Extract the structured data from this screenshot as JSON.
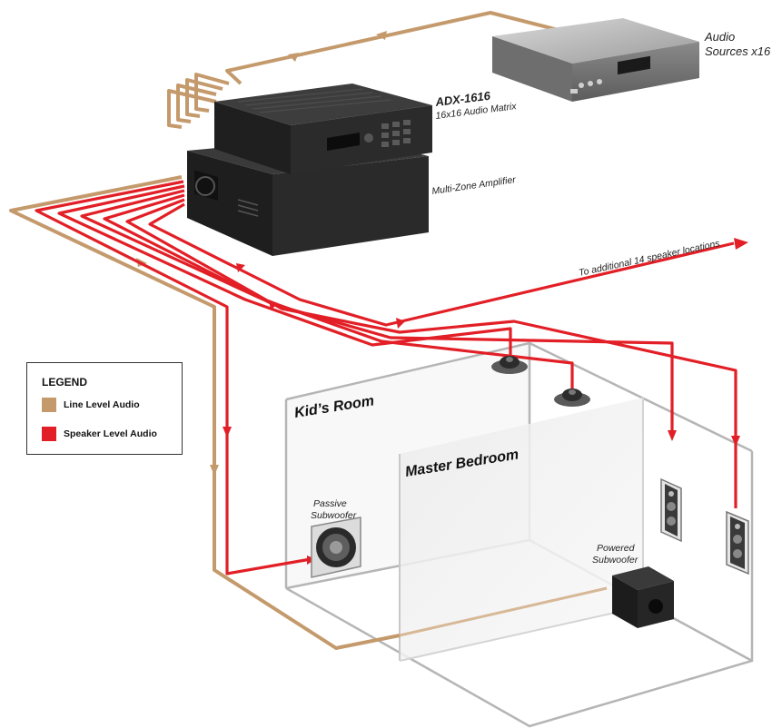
{
  "colors": {
    "line": "#c49a6c",
    "speaker": "#e21f26",
    "room": "#b5b5b5",
    "device": "#262626"
  },
  "labels": {
    "matrix_title": "ADX-1616",
    "matrix_sub": "16x16 Audio Matrix",
    "amplifier": "Multi-Zone Amplifier",
    "sources_1": "Audio",
    "sources_2": "Sources x16",
    "additional": "To additional 14 speaker locations",
    "kids_room": "Kid’s Room",
    "master_bedroom": "Master Bedroom",
    "passive_1": "Passive",
    "passive_2": "Subwoofer",
    "powered_1": "Powered",
    "powered_2": "Subwoofer"
  },
  "legend": {
    "title": "LEGEND",
    "items": [
      {
        "label": "Line Level Audio",
        "color": "#c49a6c"
      },
      {
        "label": "Speaker Level Audio",
        "color": "#e21f26"
      }
    ]
  }
}
